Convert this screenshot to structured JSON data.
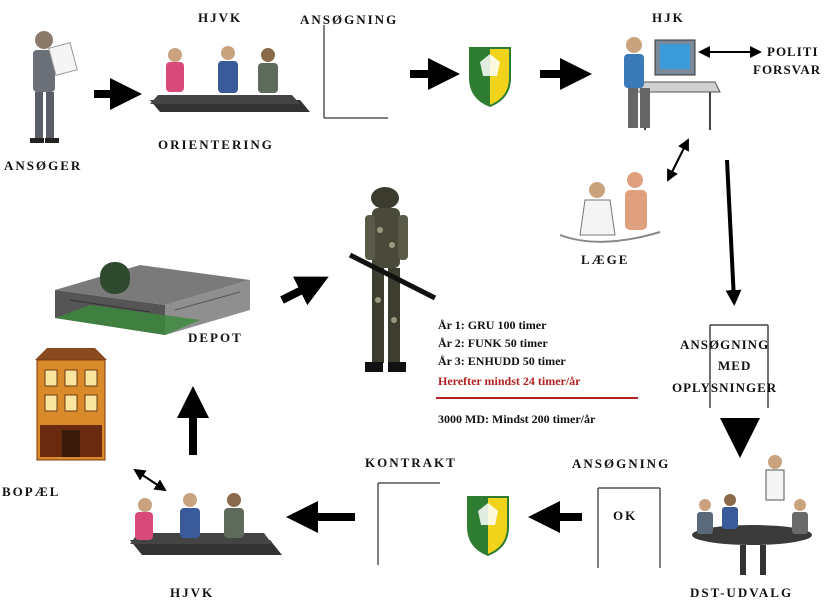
{
  "labels": {
    "applicant": "ANSØGER",
    "hjvk_top": "HJVK",
    "orientation": "ORIENTERING",
    "application_top": "ANSØGNING",
    "hjk": "HJK",
    "police": "POLITI",
    "defence": "FORSVAR",
    "doctor": "LÆGE",
    "application_info_1": "ANSØGNING",
    "application_info_2": "MED",
    "application_info_3": "OPLYSNINGER",
    "dst_committee": "DST-UDVALG",
    "application_ok": "ANSØGNING",
    "ok": "OK",
    "contract": "KONTRAKT",
    "hjvk_bottom": "HJVK",
    "residence": "BOPÆL",
    "depot": "DEPOT"
  },
  "training": {
    "year1": "År 1: GRU 100 timer",
    "year2": "År 2: FUNK 50 timer",
    "year3": "År 3: ENHUDD 50 timer",
    "thereafter": "Herefter mindst 24 timer/år",
    "md3000": "3000 MD: Mindst 200 timer/år"
  },
  "colors": {
    "accent_line": "#b22222",
    "shield_green": "#2e7d32",
    "shield_yellow": "#f2d31b"
  }
}
